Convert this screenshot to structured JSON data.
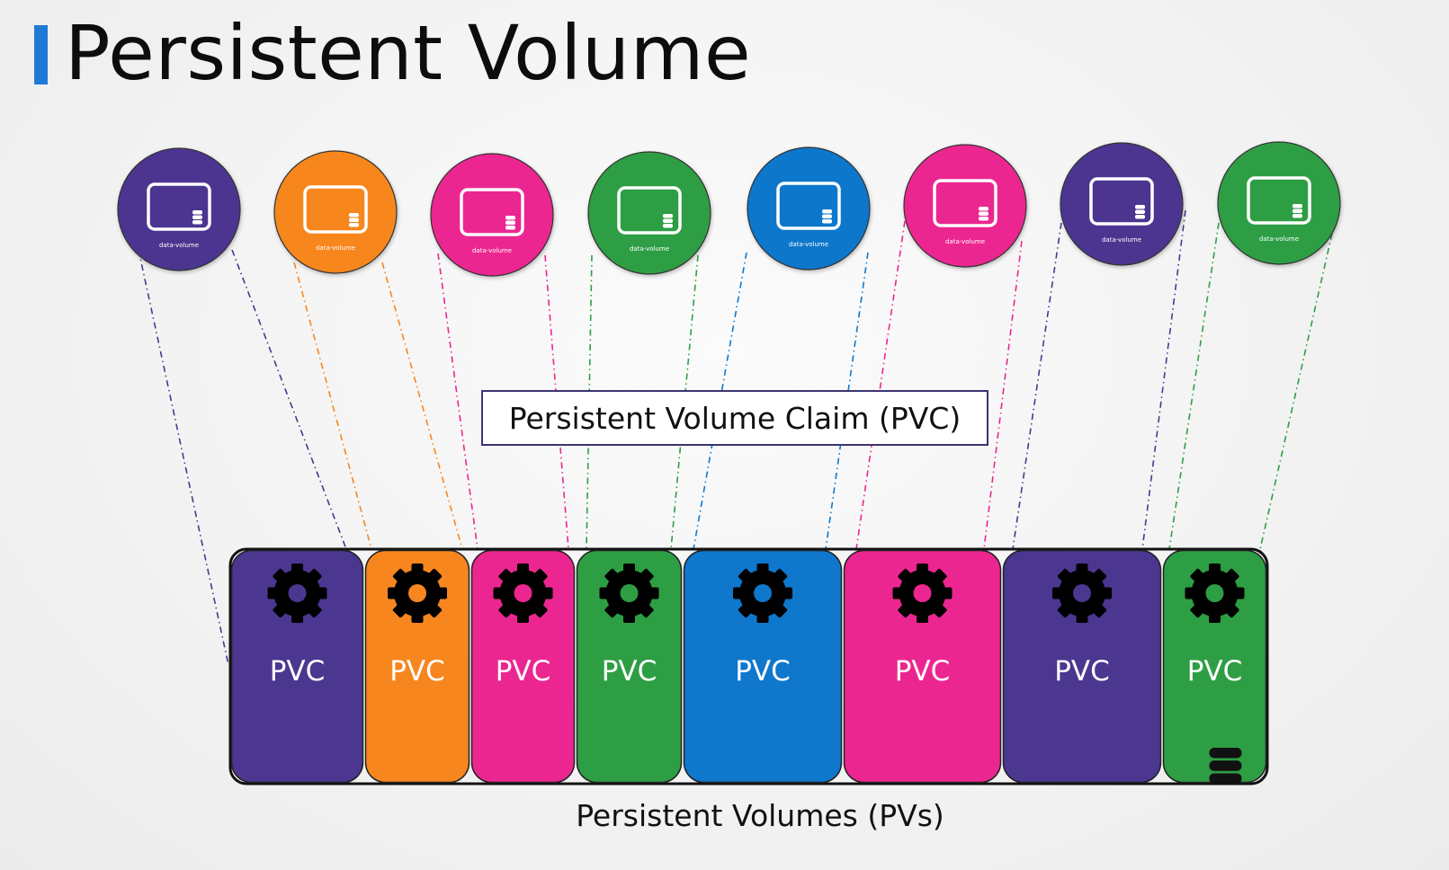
{
  "title": "Persistent Volume",
  "colors": {
    "accent": "#1f7ad6",
    "purple": "#4b3690",
    "orange": "#f7861f",
    "pink": "#ec2690",
    "green": "#2e9e44",
    "blue": "#0f77cc",
    "gear": "#000000"
  },
  "pods": [
    {
      "color": "purple",
      "label": "data-volume",
      "icon": "storage-icon"
    },
    {
      "color": "orange",
      "label": "data-volume",
      "icon": "storage-icon"
    },
    {
      "color": "pink",
      "label": "data-volume",
      "icon": "storage-icon"
    },
    {
      "color": "green",
      "label": "data-volume",
      "icon": "storage-icon"
    },
    {
      "color": "blue",
      "label": "data-volume",
      "icon": "storage-icon"
    },
    {
      "color": "pink",
      "label": "data-volume",
      "icon": "storage-icon"
    },
    {
      "color": "purple",
      "label": "data-volume",
      "icon": "storage-icon"
    },
    {
      "color": "green",
      "label": "data-volume",
      "icon": "storage-icon"
    }
  ],
  "claim_label": "Persistent Volume Claim (PVC)",
  "pvcs": [
    {
      "color": "purple",
      "label": "PVC",
      "icon": "gear-icon"
    },
    {
      "color": "orange",
      "label": "PVC",
      "icon": "gear-icon"
    },
    {
      "color": "pink",
      "label": "PVC",
      "icon": "gear-icon"
    },
    {
      "color": "green",
      "label": "PVC",
      "icon": "gear-icon"
    },
    {
      "color": "blue",
      "label": "PVC",
      "icon": "gear-icon"
    },
    {
      "color": "pink",
      "label": "PVC",
      "icon": "gear-icon"
    },
    {
      "color": "purple",
      "label": "PVC",
      "icon": "gear-icon"
    },
    {
      "color": "green",
      "label": "PVC",
      "icon": "gear-icon",
      "extra_icon": "database-icon"
    }
  ],
  "pv_label": "Persistent Volumes (PVs)"
}
